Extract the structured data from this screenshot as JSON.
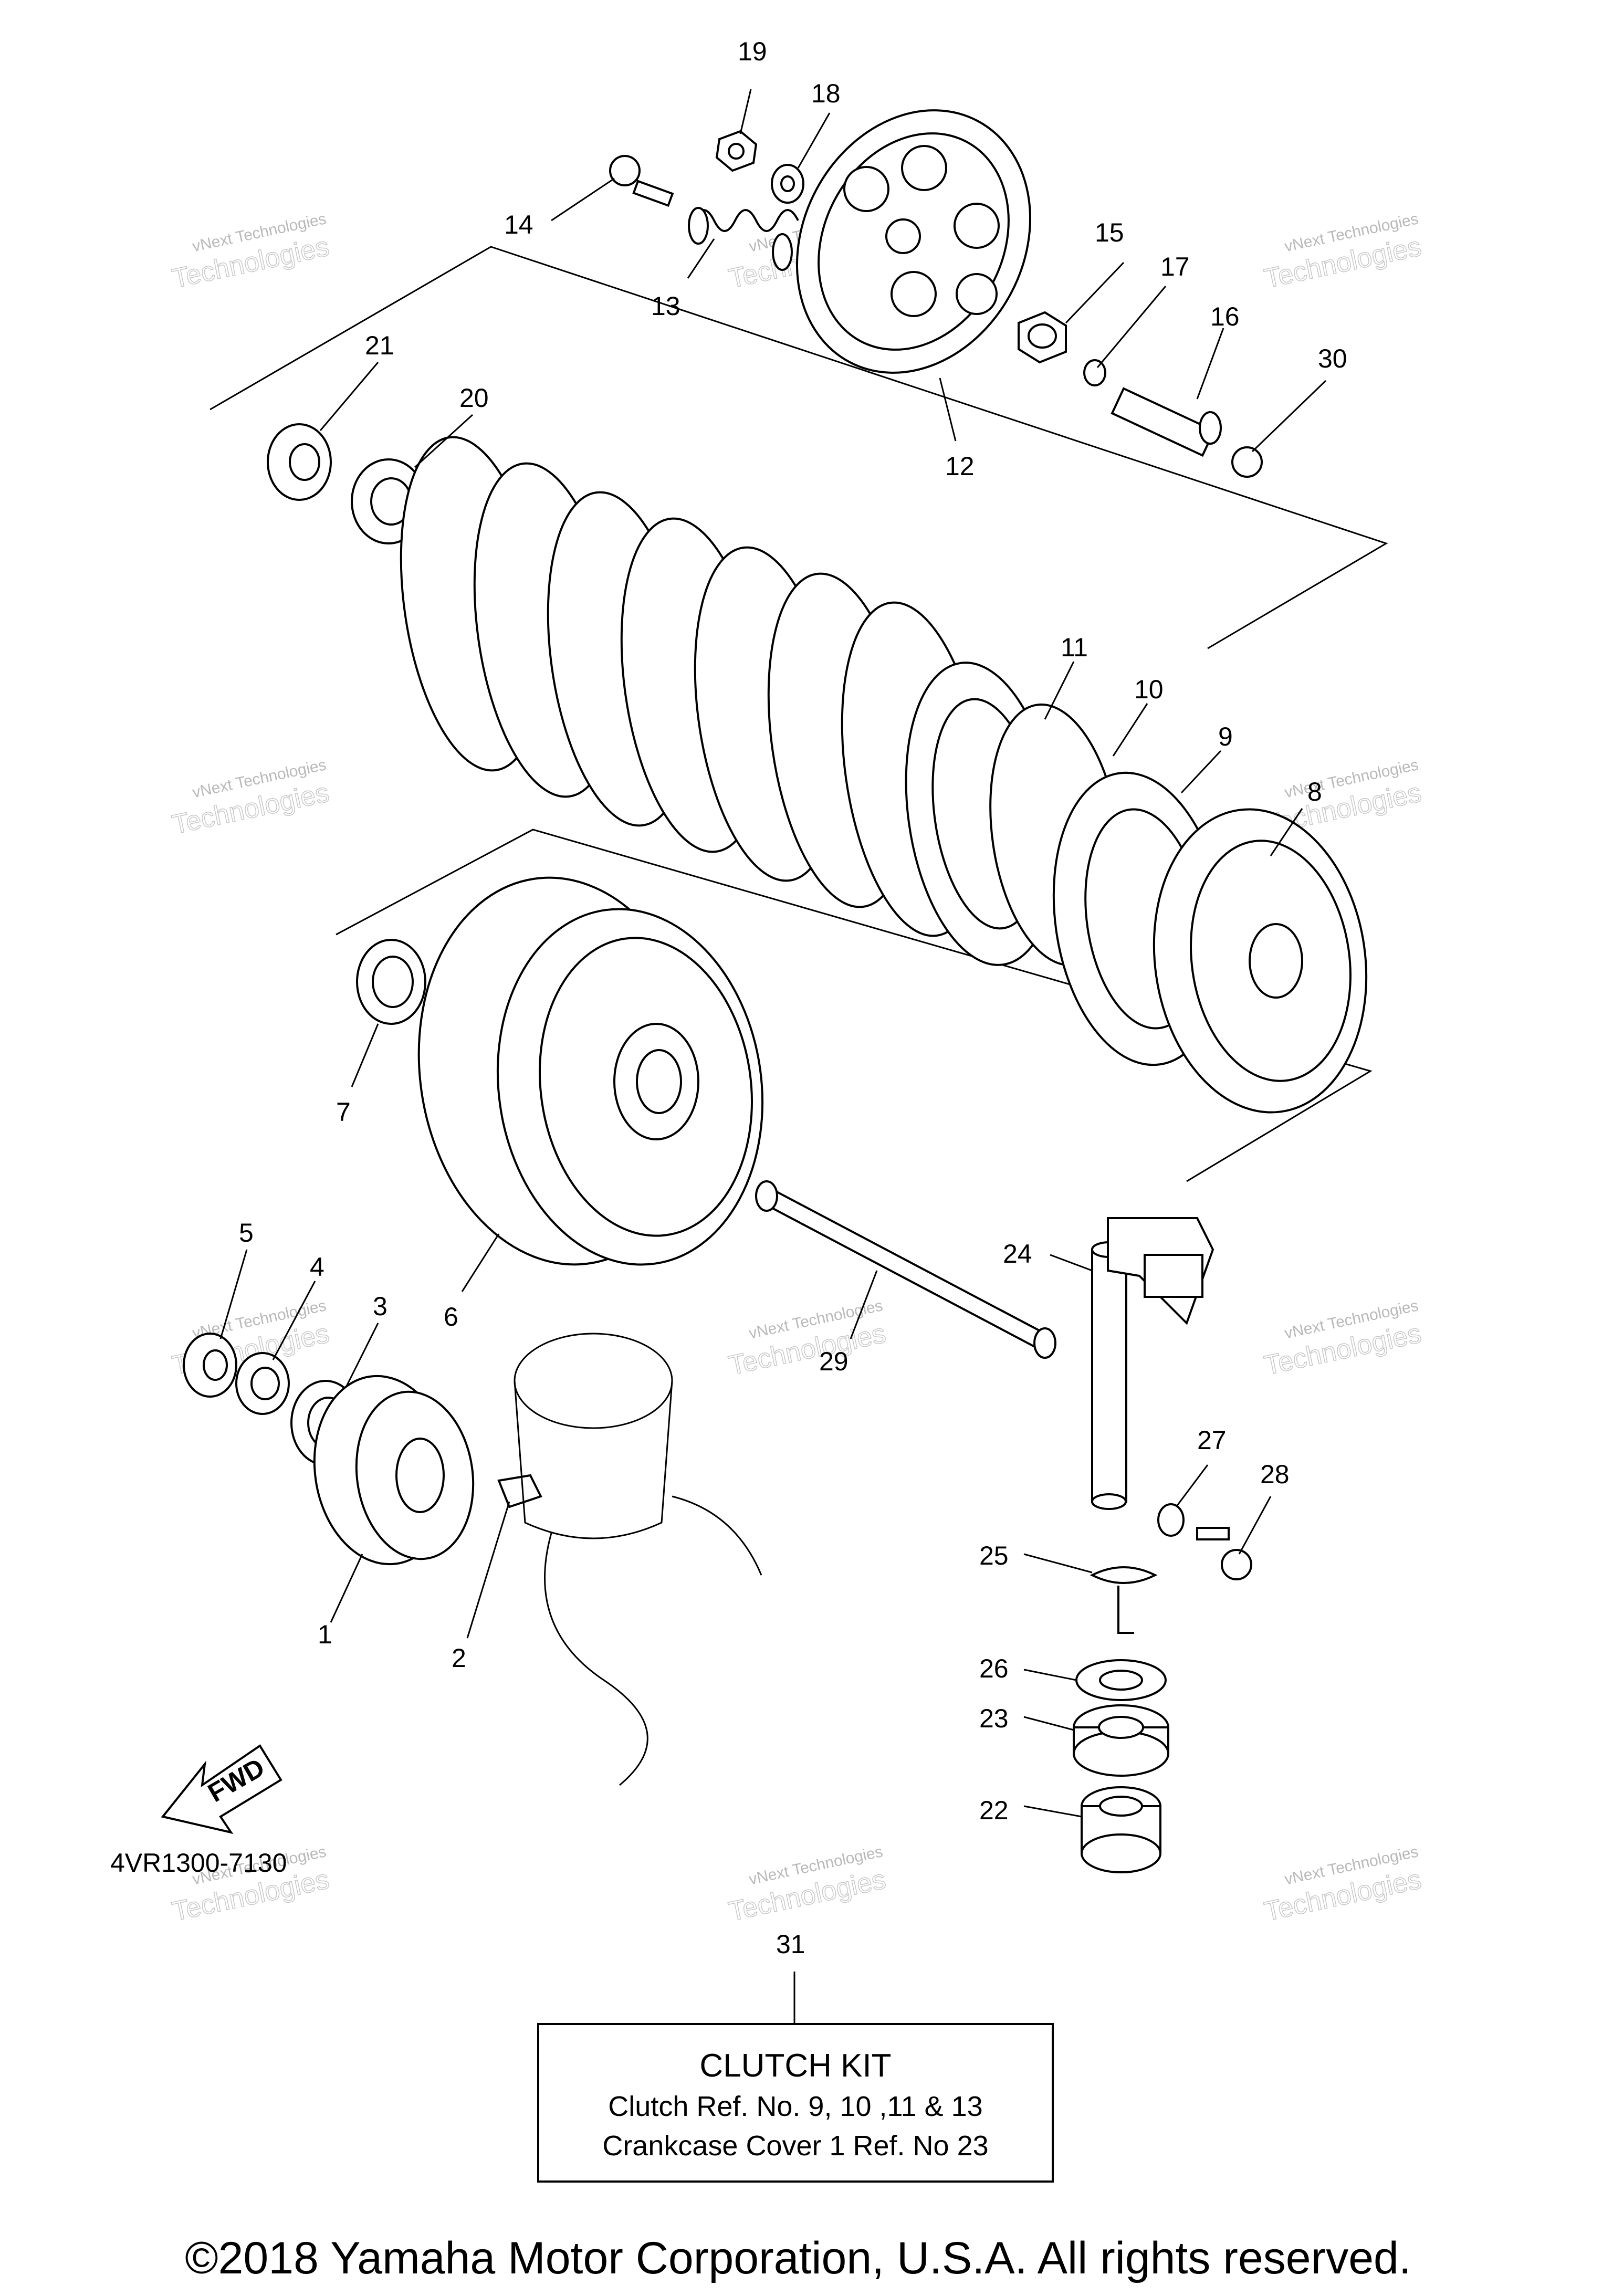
{
  "diagram_code": "4VR1300-7130",
  "fwd_label": "FWD",
  "watermark": {
    "line1": "vNext Technologies",
    "line2": "Technologies"
  },
  "callouts": [
    "1",
    "2",
    "3",
    "4",
    "5",
    "6",
    "7",
    "8",
    "9",
    "10",
    "11",
    "12",
    "13",
    "14",
    "15",
    "16",
    "17",
    "18",
    "19",
    "20",
    "21",
    "22",
    "23",
    "24",
    "25",
    "26",
    "27",
    "28",
    "29",
    "30",
    "31"
  ],
  "kit_box": {
    "title": "CLUTCH KIT",
    "line1": "Clutch Ref. No. 9, 10 ,11 & 13",
    "line2": "Crankcase Cover 1 Ref. No 23"
  },
  "copyright": "©2018 Yamaha Motor Corporation, U.S.A. All rights reserved."
}
